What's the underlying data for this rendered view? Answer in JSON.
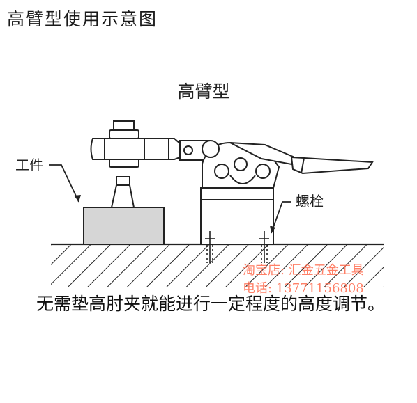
{
  "header": {
    "title": "高臂型使用示意图"
  },
  "diagram": {
    "subtitle": "高臂型",
    "label_workpiece": "工件",
    "label_bolt": "螺栓"
  },
  "watermark": {
    "line1": "淘宝店: 汇金五金工具",
    "line2": "电话: 13771156808",
    "color": "#ff6a4d"
  },
  "caption": {
    "text": "无需垫高肘夹就能进行一定程度的高度调节。"
  }
}
